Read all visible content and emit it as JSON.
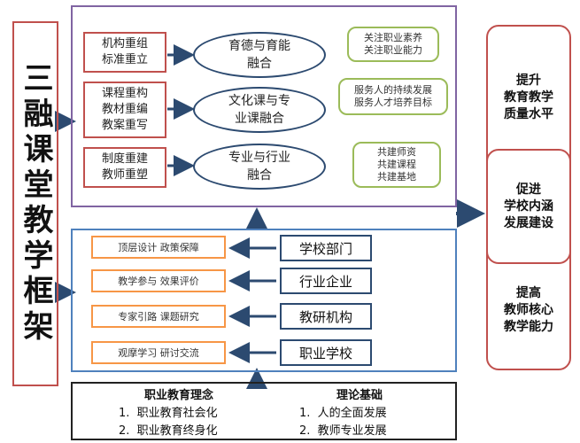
{
  "main_title": "三融课堂教学框架",
  "fusion_section": {
    "rows": [
      {
        "left": "机构重组\n标准重立",
        "ellipse": "育德与育能\n融合",
        "callout": "关注职业素养\n关注职业能力"
      },
      {
        "left": "课程重构\n教材重编\n教案重写",
        "ellipse": "文化课与专\n业课融合",
        "callout": "服务人的持续发展\n服务人才培养目标"
      },
      {
        "left": "制度重建\n教师重塑",
        "ellipse": "专业与行业\n融合",
        "callout": "共建师资\n共建课程\n共建基地"
      }
    ]
  },
  "support_section": {
    "rows": [
      {
        "task": "顶层设计  政策保障",
        "actor": "学校部门"
      },
      {
        "task": "教学参与  效果评价",
        "actor": "行业企业"
      },
      {
        "task": "专家引路  课题研究",
        "actor": "教研机构"
      },
      {
        "task": "观摩学习  研讨交流",
        "actor": "职业学校"
      }
    ]
  },
  "foundation": {
    "left_title": "职业教育理念",
    "left_items": [
      "职业教育社会化",
      "职业教育终身化"
    ],
    "right_title": "理论基础",
    "right_items": [
      "人的全面发展",
      "教师专业发展"
    ]
  },
  "outcomes": [
    "提升\n教育教学\n质量水平",
    "促进\n学校内涵\n发展建设",
    "提高\n教师核心\n教学能力"
  ],
  "colors": {
    "arrow": "#2c4a70",
    "red": "#c0504d",
    "purple": "#8064a2",
    "blue": "#4f81bd",
    "orange": "#f79646"
  }
}
